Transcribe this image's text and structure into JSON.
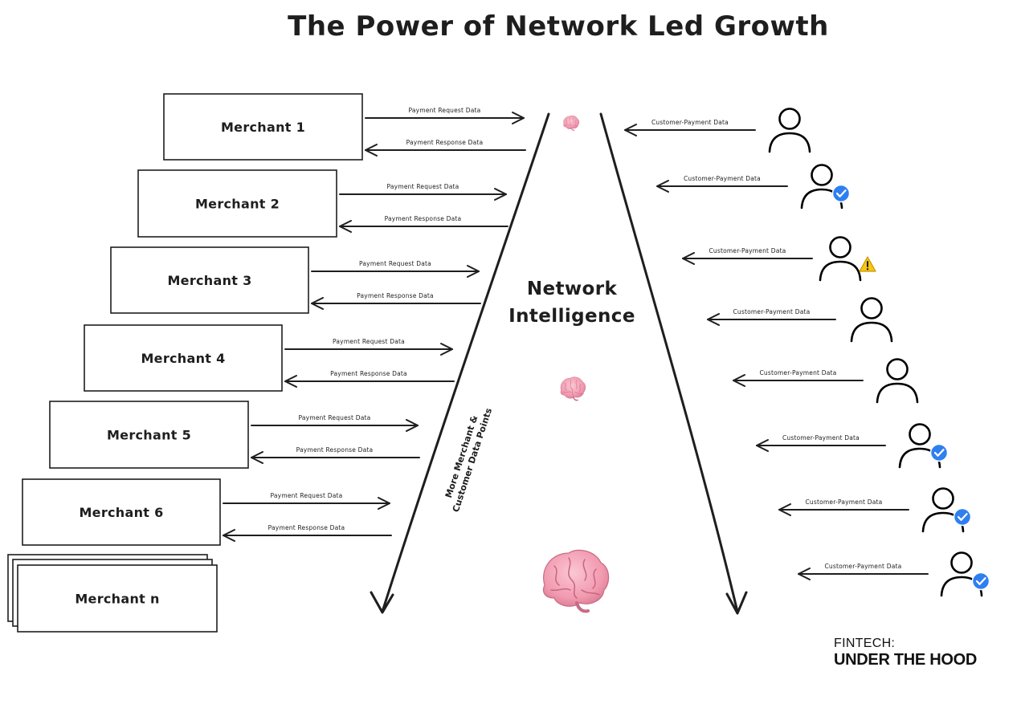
{
  "title": "The Power of Network Led Growth",
  "center_label": [
    "Network",
    "Intelligence"
  ],
  "rotated_label": [
    "More Merchant &",
    "Customer Data Points"
  ],
  "merchants": [
    {
      "label": "Merchant 1",
      "request": "Payment Request Data",
      "response": "Payment Response Data"
    },
    {
      "label": "Merchant 2",
      "request": "Payment Request Data",
      "response": "Payment Response Data"
    },
    {
      "label": "Merchant 3",
      "request": "Payment Request Data",
      "response": "Payment Response Data"
    },
    {
      "label": "Merchant 4",
      "request": "Payment Request Data",
      "response": "Payment Response Data"
    },
    {
      "label": "Merchant 5",
      "request": "Payment Request Data",
      "response": "Payment Response Data"
    },
    {
      "label": "Merchant 6",
      "request": "Payment Request Data",
      "response": "Payment Response Data"
    },
    {
      "label": "Merchant n",
      "request": "",
      "response": ""
    }
  ],
  "customers": [
    {
      "label": "Customer-Payment Data",
      "badge": "none"
    },
    {
      "label": "Customer-Payment Data",
      "badge": "verified"
    },
    {
      "label": "Customer-Payment Data",
      "badge": "warning"
    },
    {
      "label": "Customer-Payment Data",
      "badge": "none"
    },
    {
      "label": "Customer-Payment Data",
      "badge": "none"
    },
    {
      "label": "Customer-Payment Data",
      "badge": "verified"
    },
    {
      "label": "Customer-Payment Data",
      "badge": "verified"
    },
    {
      "label": "Customer-Payment Data",
      "badge": "verified"
    }
  ],
  "brain_icons": [
    "brain-icon-small",
    "brain-icon-medium",
    "brain-icon-large"
  ],
  "colors": {
    "stroke": "#1e1e1e",
    "brain": "#f4a6b8",
    "verified": "#2f7ff0",
    "warning": "#f5c518"
  },
  "logo": {
    "line1": "FINTECH:",
    "line2": "UNDER THE HOOD"
  }
}
